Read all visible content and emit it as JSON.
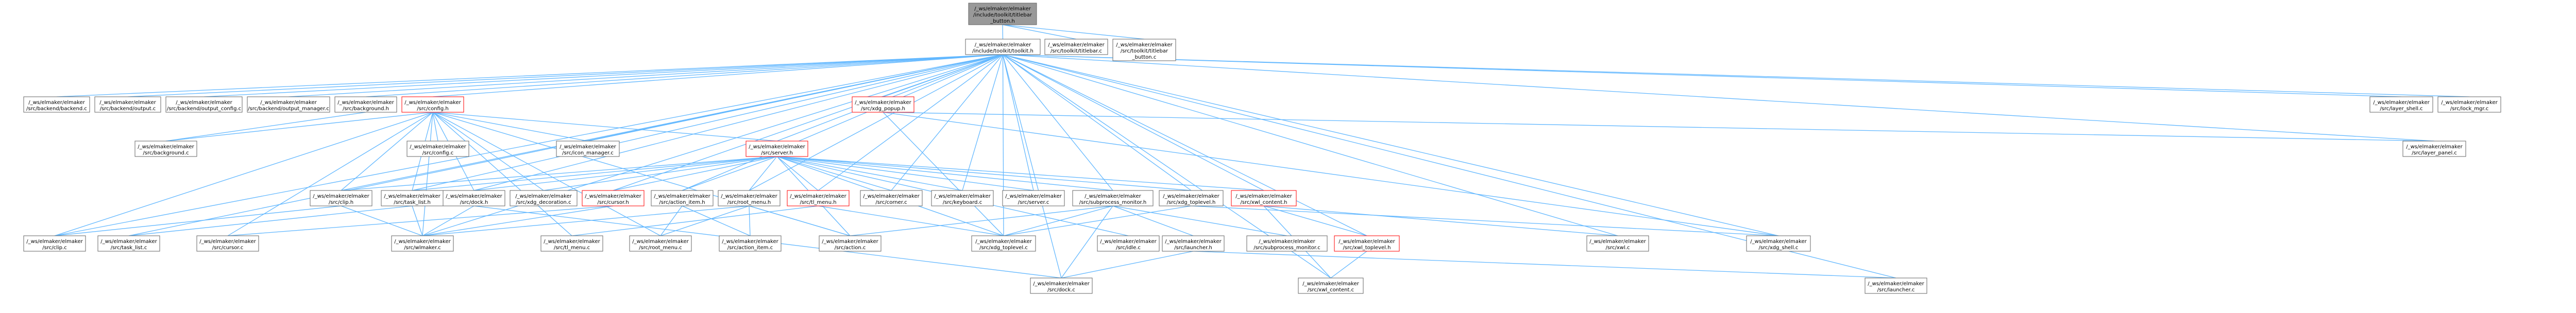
{
  "graph": {
    "colors": {
      "node_border": "#666666",
      "node_fill": "#ffffff",
      "focus_fill": "#999999",
      "focus_border": "#666666",
      "highlight_border": "#ff0000",
      "edge": "#63b8ff"
    },
    "nodes": [
      {
        "id": "focus",
        "label": [
          "/_ws/elmaker/elmaker",
          "/include/toolkit/titlebar",
          "_button.h"
        ],
        "style": "focus"
      },
      {
        "id": "toolkit_h",
        "label": [
          "/_ws/elmaker/elmaker",
          "/include/toolkit/toolkit.h"
        ],
        "style": "normal"
      },
      {
        "id": "titlebar_c",
        "label": [
          "/_ws/elmaker/elmaker",
          "/src/toolkit/titlebar.c"
        ],
        "style": "normal"
      },
      {
        "id": "titlebar_button_c",
        "label": [
          "/_ws/elmaker/elmaker",
          "/src/toolkit/titlebar",
          "_button.c"
        ],
        "style": "normal"
      },
      {
        "id": "backend_c",
        "label": [
          "/_ws/elmaker/elmaker",
          "/src/backend/backend.c"
        ],
        "style": "normal"
      },
      {
        "id": "backend_output_c",
        "label": [
          "/_ws/elmaker/elmaker",
          "/src/backend/output.c"
        ],
        "style": "normal"
      },
      {
        "id": "backend_output_config_c",
        "label": [
          "/_ws/elmaker/elmaker",
          "/src/backend/output_config.c"
        ],
        "style": "normal"
      },
      {
        "id": "backend_output_manager_c",
        "label": [
          "/_ws/elmaker/elmaker",
          "/src/backend/output_manager.c"
        ],
        "style": "normal"
      },
      {
        "id": "background_h",
        "label": [
          "/_ws/elmaker/elmaker",
          "/src/background.h"
        ],
        "style": "normal"
      },
      {
        "id": "config_h",
        "label": [
          "/_ws/elmaker/elmaker",
          "/src/config.h"
        ],
        "style": "highlight"
      },
      {
        "id": "icon_manager_c",
        "label": [
          "/_ws/elmaker/elmaker",
          "/src/icon_manager.c"
        ],
        "style": "normal"
      },
      {
        "id": "server_h",
        "label": [
          "/_ws/elmaker/elmaker",
          "/src/server.h"
        ],
        "style": "highlight"
      },
      {
        "id": "xdg_popup_h",
        "label": [
          "/_ws/elmaker/elmaker",
          "/src/xdg_popup.h"
        ],
        "style": "highlight"
      },
      {
        "id": "layer_shell_c",
        "label": [
          "/_ws/elmaker/elmaker",
          "/src/layer_shell.c"
        ],
        "style": "normal"
      },
      {
        "id": "lock_mgr_c",
        "label": [
          "/_ws/elmaker/elmaker",
          "/src/lock_mgr.c"
        ],
        "style": "normal"
      },
      {
        "id": "background_c",
        "label": [
          "/_ws/elmaker/elmaker",
          "/src/background.c"
        ],
        "style": "normal"
      },
      {
        "id": "config_c",
        "label": [
          "/_ws/elmaker/elmaker",
          "/src/config.c"
        ],
        "style": "normal"
      },
      {
        "id": "layer_panel_c",
        "label": [
          "/_ws/elmaker/elmaker",
          "/src/layer_panel.c"
        ],
        "style": "normal"
      },
      {
        "id": "clip_h",
        "label": [
          "/_ws/elmaker/elmaker",
          "/src/clip.h"
        ],
        "style": "normal"
      },
      {
        "id": "task_list_h",
        "label": [
          "/_ws/elmaker/elmaker",
          "/src/task_list.h"
        ],
        "style": "normal"
      },
      {
        "id": "dock_h",
        "label": [
          "/_ws/elmaker/elmaker",
          "/src/dock.h"
        ],
        "style": "normal"
      },
      {
        "id": "xdg_decoration_c",
        "label": [
          "/_ws/elmaker/elmaker",
          "/src/xdg_decoration.c"
        ],
        "style": "normal"
      },
      {
        "id": "cursor_h",
        "label": [
          "/_ws/elmaker/elmaker",
          "/src/cursor.h"
        ],
        "style": "highlight"
      },
      {
        "id": "action_item_h",
        "label": [
          "/_ws/elmaker/elmaker",
          "/src/action_item.h"
        ],
        "style": "normal"
      },
      {
        "id": "root_menu_h",
        "label": [
          "/_ws/elmaker/elmaker",
          "/src/root_menu.h"
        ],
        "style": "normal"
      },
      {
        "id": "tl_menu_h",
        "label": [
          "/_ws/elmaker/elmaker",
          "/src/tl_menu.h"
        ],
        "style": "highlight"
      },
      {
        "id": "corner_c",
        "label": [
          "/_ws/elmaker/elmaker",
          "/src/corner.c"
        ],
        "style": "normal"
      },
      {
        "id": "keyboard_c",
        "label": [
          "/_ws/elmaker/elmaker",
          "/src/keyboard.c"
        ],
        "style": "normal"
      },
      {
        "id": "server_c",
        "label": [
          "/_ws/elmaker/elmaker",
          "/src/server.c"
        ],
        "style": "normal"
      },
      {
        "id": "subprocess_monitor_h",
        "label": [
          "/_ws/elmaker/elmaker",
          "/src/subprocess_monitor.h"
        ],
        "style": "normal"
      },
      {
        "id": "xdg_toplevel_h",
        "label": [
          "/_ws/elmaker/elmaker",
          "/src/xdg_toplevel.h"
        ],
        "style": "normal"
      },
      {
        "id": "xwl_content_h",
        "label": [
          "/_ws/elmaker/elmaker",
          "/src/xwl_content.h"
        ],
        "style": "highlight"
      },
      {
        "id": "clip_c",
        "label": [
          "/_ws/elmaker/elmaker",
          "/src/clip.c"
        ],
        "style": "normal"
      },
      {
        "id": "task_list_c",
        "label": [
          "/_ws/elmaker/elmaker",
          "/src/task_list.c"
        ],
        "style": "normal"
      },
      {
        "id": "cursor_c",
        "label": [
          "/_ws/elmaker/elmaker",
          "/src/cursor.c"
        ],
        "style": "normal"
      },
      {
        "id": "wlmaker_c",
        "label": [
          "/_ws/elmaker/elmaker",
          "/src/wlmaker.c"
        ],
        "style": "normal"
      },
      {
        "id": "tl_menu_c",
        "label": [
          "/_ws/elmaker/elmaker",
          "/src/tl_menu.c"
        ],
        "style": "normal"
      },
      {
        "id": "root_menu_c",
        "label": [
          "/_ws/elmaker/elmaker",
          "/src/root_menu.c"
        ],
        "style": "normal"
      },
      {
        "id": "action_item_c",
        "label": [
          "/_ws/elmaker/elmaker",
          "/src/action_item.c"
        ],
        "style": "normal"
      },
      {
        "id": "action_c",
        "label": [
          "/_ws/elmaker/elmaker",
          "/src/action.c"
        ],
        "style": "normal"
      },
      {
        "id": "xdg_toplevel_c",
        "label": [
          "/_ws/elmaker/elmaker",
          "/src/xdg_toplevel.c"
        ],
        "style": "normal"
      },
      {
        "id": "idle_c",
        "label": [
          "/_ws/elmaker/elmaker",
          "/src/idle.c"
        ],
        "style": "normal"
      },
      {
        "id": "launcher_h",
        "label": [
          "/_ws/elmaker/elmaker",
          "/src/launcher.h"
        ],
        "style": "normal"
      },
      {
        "id": "subprocess_monitor_c",
        "label": [
          "/_ws/elmaker/elmaker",
          "/src/subprocess_monitor.c"
        ],
        "style": "normal"
      },
      {
        "id": "xwl_toplevel_h",
        "label": [
          "/_ws/elmaker/elmaker",
          "/src/xwl_toplevel.h"
        ],
        "style": "highlight"
      },
      {
        "id": "xwl_c",
        "label": [
          "/_ws/elmaker/elmaker",
          "/src/xwl.c"
        ],
        "style": "normal"
      },
      {
        "id": "xdg_shell_c",
        "label": [
          "/_ws/elmaker/elmaker",
          "/src/xdg_shell.c"
        ],
        "style": "normal"
      },
      {
        "id": "dock_c",
        "label": [
          "/_ws/elmaker/elmaker",
          "/src/dock.c"
        ],
        "style": "normal"
      },
      {
        "id": "xwl_content_c",
        "label": [
          "/_ws/elmaker/elmaker",
          "/src/xwl_content.c"
        ],
        "style": "normal"
      },
      {
        "id": "launcher_c",
        "label": [
          "/_ws/elmaker/elmaker",
          "/src/launcher.c"
        ],
        "style": "normal"
      }
    ],
    "edges": [
      [
        "focus",
        "toolkit_h"
      ],
      [
        "focus",
        "titlebar_c"
      ],
      [
        "focus",
        "titlebar_button_c"
      ],
      [
        "toolkit_h",
        "backend_c"
      ],
      [
        "toolkit_h",
        "backend_output_c"
      ],
      [
        "toolkit_h",
        "backend_output_config_c"
      ],
      [
        "toolkit_h",
        "backend_output_manager_c"
      ],
      [
        "toolkit_h",
        "background_h"
      ],
      [
        "toolkit_h",
        "config_h"
      ],
      [
        "toolkit_h",
        "icon_manager_c"
      ],
      [
        "toolkit_h",
        "server_h"
      ],
      [
        "toolkit_h",
        "xdg_popup_h"
      ],
      [
        "toolkit_h",
        "layer_shell_c"
      ],
      [
        "toolkit_h",
        "lock_mgr_c"
      ],
      [
        "toolkit_h",
        "clip_h"
      ],
      [
        "toolkit_h",
        "task_list_h"
      ],
      [
        "toolkit_h",
        "dock_h"
      ],
      [
        "toolkit_h",
        "cursor_h"
      ],
      [
        "toolkit_h",
        "action_item_h"
      ],
      [
        "toolkit_h",
        "root_menu_h"
      ],
      [
        "toolkit_h",
        "tl_menu_h"
      ],
      [
        "toolkit_h",
        "corner_c"
      ],
      [
        "toolkit_h",
        "keyboard_c"
      ],
      [
        "toolkit_h",
        "server_c"
      ],
      [
        "toolkit_h",
        "subprocess_monitor_h"
      ],
      [
        "toolkit_h",
        "xdg_toplevel_h"
      ],
      [
        "toolkit_h",
        "xwl_content_h"
      ],
      [
        "toolkit_h",
        "clip_c"
      ],
      [
        "toolkit_h",
        "task_list_c"
      ],
      [
        "toolkit_h",
        "xwl_toplevel_h"
      ],
      [
        "toolkit_h",
        "xwl_c"
      ],
      [
        "toolkit_h",
        "xdg_shell_c"
      ],
      [
        "toolkit_h",
        "launcher_c"
      ],
      [
        "toolkit_h",
        "xwl_content_c"
      ],
      [
        "toolkit_h",
        "xdg_toplevel_c"
      ],
      [
        "toolkit_h",
        "wlmaker_c"
      ],
      [
        "toolkit_h",
        "dock_c"
      ],
      [
        "toolkit_h",
        "layer_panel_c"
      ],
      [
        "background_h",
        "background_c"
      ],
      [
        "config_h",
        "background_c"
      ],
      [
        "config_h",
        "config_c"
      ],
      [
        "config_h",
        "icon_manager_c"
      ],
      [
        "config_h",
        "server_h"
      ],
      [
        "config_h",
        "clip_h"
      ],
      [
        "config_h",
        "task_list_h"
      ],
      [
        "config_h",
        "dock_h"
      ],
      [
        "config_h",
        "xdg_decoration_c"
      ],
      [
        "config_h",
        "clip_c"
      ],
      [
        "config_h",
        "cursor_c"
      ],
      [
        "config_h",
        "wlmaker_c"
      ],
      [
        "config_h",
        "tl_menu_c"
      ],
      [
        "config_h",
        "root_menu_c"
      ],
      [
        "config_h",
        "action_c"
      ],
      [
        "xdg_popup_h",
        "layer_panel_c"
      ],
      [
        "xdg_popup_h",
        "xdg_shell_c"
      ],
      [
        "xdg_popup_h",
        "xdg_toplevel_c"
      ],
      [
        "server_h",
        "clip_h"
      ],
      [
        "server_h",
        "task_list_h"
      ],
      [
        "server_h",
        "dock_h"
      ],
      [
        "server_h",
        "xdg_decoration_c"
      ],
      [
        "server_h",
        "cursor_h"
      ],
      [
        "server_h",
        "action_item_h"
      ],
      [
        "server_h",
        "root_menu_h"
      ],
      [
        "server_h",
        "tl_menu_h"
      ],
      [
        "server_h",
        "corner_c"
      ],
      [
        "server_h",
        "keyboard_c"
      ],
      [
        "server_h",
        "server_c"
      ],
      [
        "server_h",
        "subprocess_monitor_h"
      ],
      [
        "server_h",
        "xdg_toplevel_h"
      ],
      [
        "server_h",
        "xwl_content_h"
      ],
      [
        "server_h",
        "action_c"
      ],
      [
        "server_h",
        "xdg_toplevel_c"
      ],
      [
        "server_h",
        "idle_c"
      ],
      [
        "clip_h",
        "clip_c"
      ],
      [
        "clip_h",
        "wlmaker_c"
      ],
      [
        "task_list_h",
        "task_list_c"
      ],
      [
        "task_list_h",
        "wlmaker_c"
      ],
      [
        "dock_h",
        "wlmaker_c"
      ],
      [
        "dock_h",
        "dock_c"
      ],
      [
        "cursor_h",
        "cursor_c"
      ],
      [
        "cursor_h",
        "wlmaker_c"
      ],
      [
        "action_item_h",
        "action_item_c"
      ],
      [
        "action_item_h",
        "root_menu_c"
      ],
      [
        "root_menu_h",
        "root_menu_c"
      ],
      [
        "root_menu_h",
        "action_item_c"
      ],
      [
        "root_menu_h",
        "action_c"
      ],
      [
        "root_menu_h",
        "wlmaker_c"
      ],
      [
        "tl_menu_h",
        "tl_menu_c"
      ],
      [
        "tl_menu_h",
        "xdg_toplevel_c"
      ],
      [
        "subprocess_monitor_h",
        "launcher_h"
      ],
      [
        "subprocess_monitor_h",
        "subprocess_monitor_c"
      ],
      [
        "subprocess_monitor_h",
        "action_c"
      ],
      [
        "subprocess_monitor_h",
        "xdg_toplevel_c"
      ],
      [
        "subprocess_monitor_h",
        "dock_c"
      ],
      [
        "launcher_h",
        "launcher_c"
      ],
      [
        "launcher_h",
        "dock_c"
      ],
      [
        "xdg_toplevel_h",
        "xdg_toplevel_c"
      ],
      [
        "xdg_toplevel_h",
        "xdg_shell_c"
      ],
      [
        "xwl_content_h",
        "xwl_toplevel_h"
      ],
      [
        "xwl_content_h",
        "xwl_c"
      ],
      [
        "xwl_content_h",
        "xwl_content_c"
      ],
      [
        "xwl_toplevel_h",
        "xwl_content_c"
      ]
    ]
  }
}
